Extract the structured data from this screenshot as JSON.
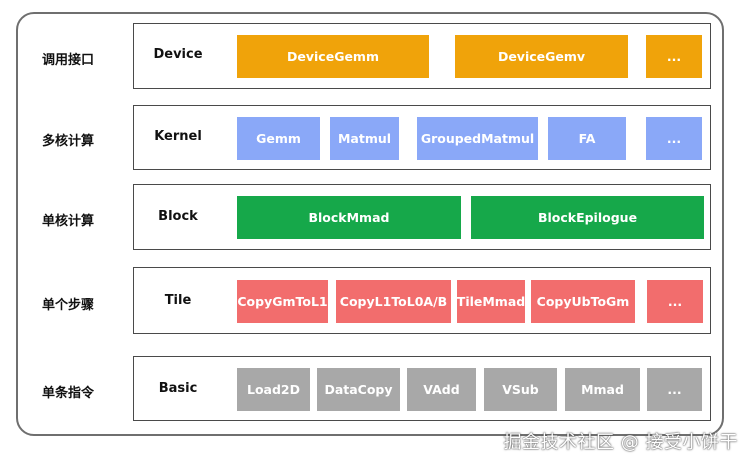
{
  "colors": {
    "device": "#f0a30a",
    "kernel": "#8aa8f8",
    "block": "#16a84a",
    "tile": "#f26d6d",
    "basic": "#a8a8a8"
  },
  "rows": [
    {
      "label": "调用接口",
      "layer": "Device",
      "items": [
        "DeviceGemm",
        "DeviceGemv",
        "..."
      ]
    },
    {
      "label": "多核计算",
      "layer": "Kernel",
      "items": [
        "Gemm",
        "Matmul",
        "GroupedMatmul",
        "FA",
        "..."
      ]
    },
    {
      "label": "单核计算",
      "layer": "Block",
      "items": [
        "BlockMmad",
        "BlockEpilogue"
      ]
    },
    {
      "label": "单个步骤",
      "layer": "Tile",
      "items": [
        "CopyGmToL1",
        "CopyL1ToL0A/B",
        "TileMmad",
        "CopyUbToGm",
        "..."
      ]
    },
    {
      "label": "单条指令",
      "layer": "Basic",
      "items": [
        "Load2D",
        "DataCopy",
        "VAdd",
        "VSub",
        "Mmad",
        "..."
      ]
    }
  ],
  "watermark": "掘金技术社区 @ 接受小饼干"
}
